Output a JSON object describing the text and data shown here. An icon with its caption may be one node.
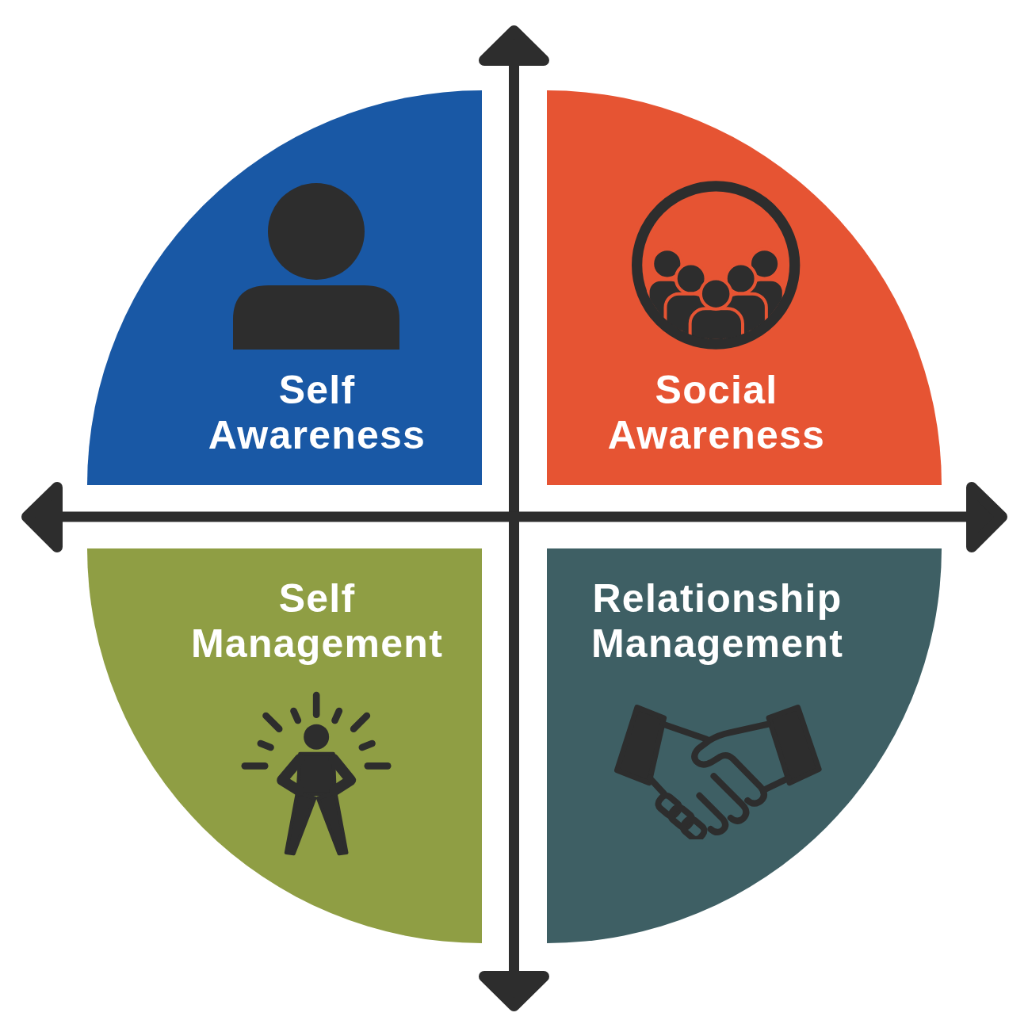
{
  "diagram": {
    "nodes": [
      {
        "text": [
          "Self Awareness"
        ]
      },
      {
        "text": [
          "Social Awareness"
        ]
      },
      {
        "text": [
          "Self Management"
        ]
      },
      {
        "text": [
          "Relationship Management"
        ]
      }
    ]
  }
}
